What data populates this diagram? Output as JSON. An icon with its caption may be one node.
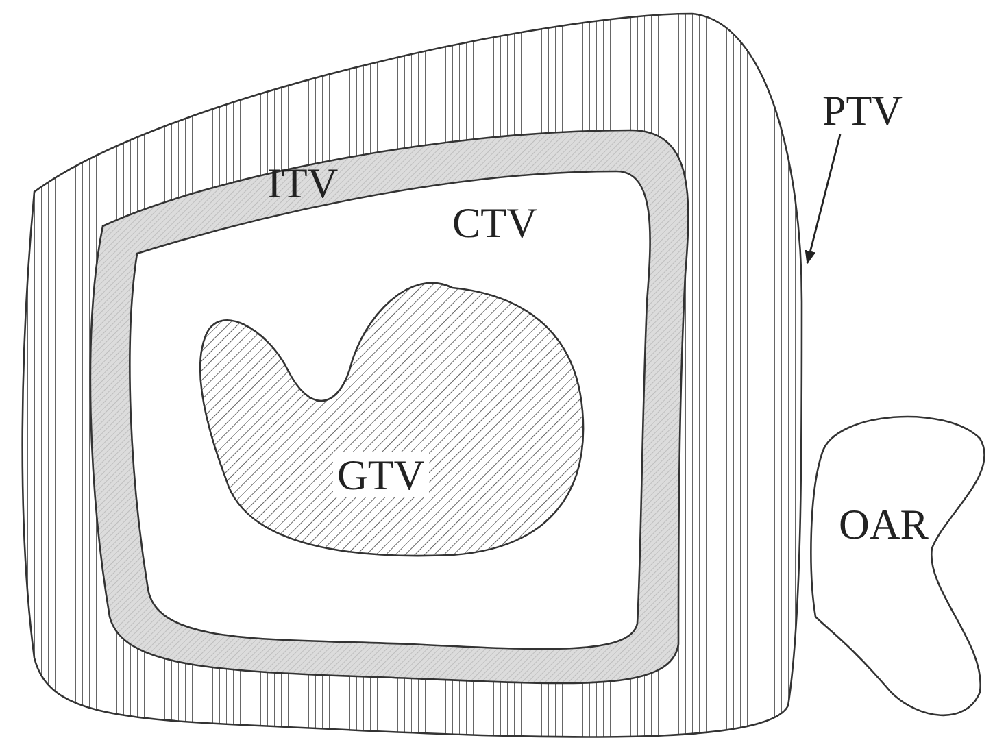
{
  "diagram": {
    "nodes": [
      {
        "text": [],
        "shape": "box"
      },
      {
        "text": [
          "ITV"
        ],
        "in": 0
      },
      {
        "text": [
          "CTV"
        ],
        "in": 1
      },
      {
        "text": [
          "GTV"
        ],
        "in": 2
      },
      {
        "text": [
          "PTV"
        ]
      },
      {
        "text": [
          "OAR"
        ]
      }
    ],
    "edges": [
      {
        "from": 4,
        "to": 0,
        "arrow": "to"
      }
    ]
  }
}
